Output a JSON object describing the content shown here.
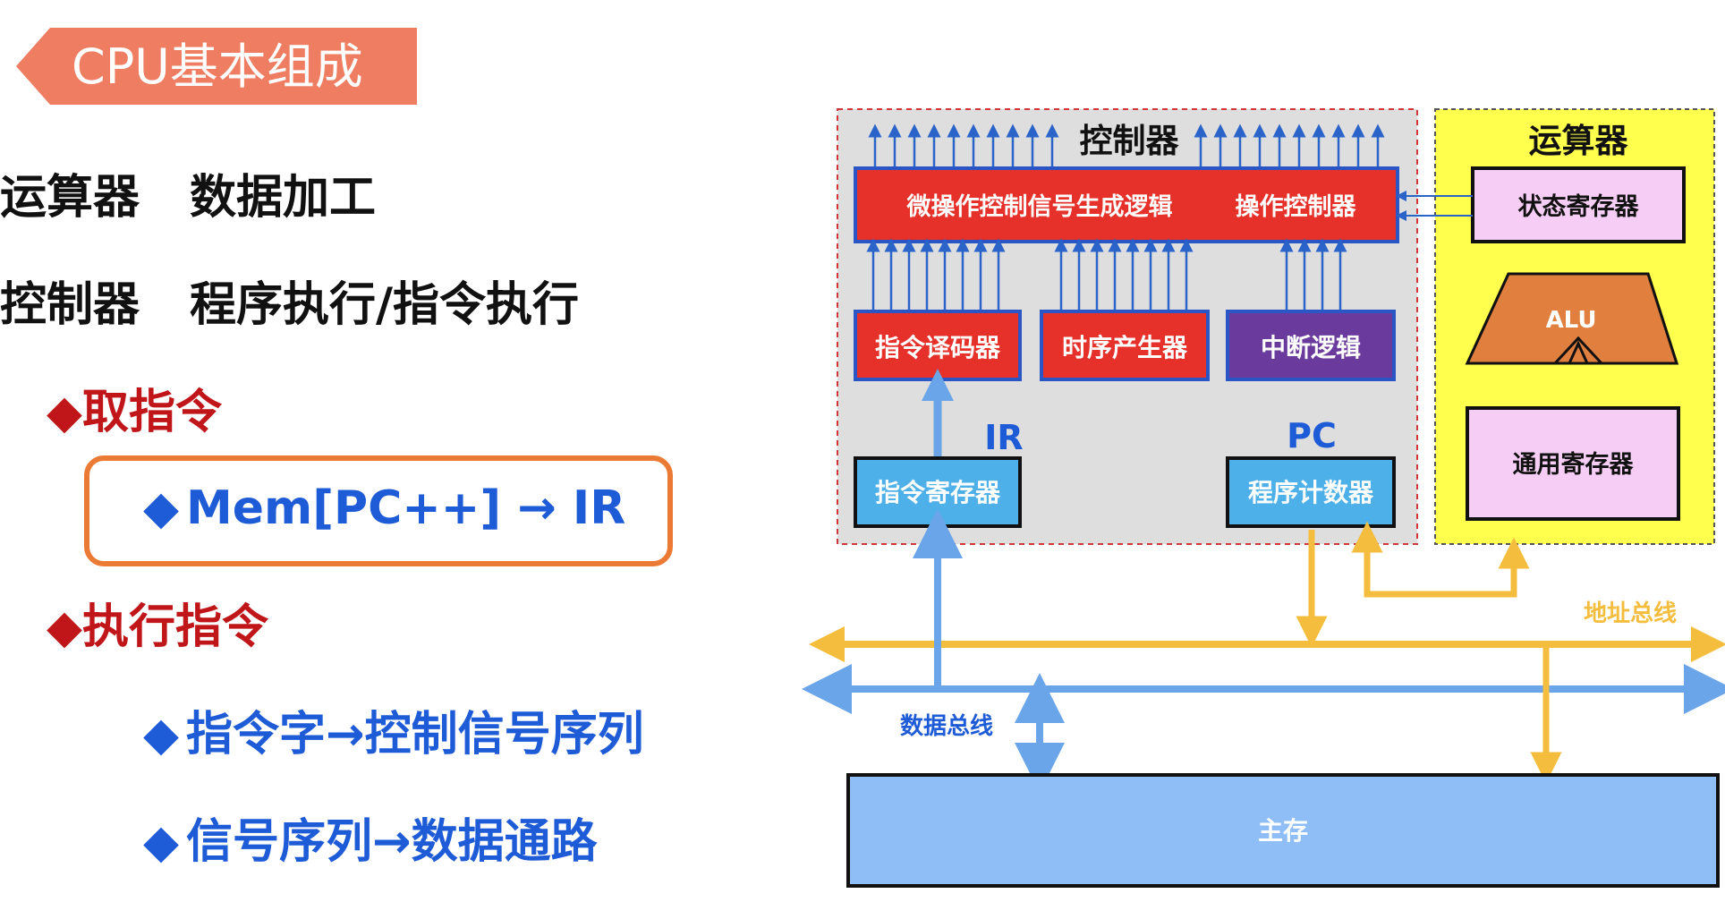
{
  "slide": {
    "title": "CPU基本组成"
  },
  "left_text": {
    "line1": {
      "left": "运算器",
      "right": "数据加工"
    },
    "line2": {
      "left": "控制器",
      "right": "程序执行/指令执行"
    },
    "fetch": "取指令",
    "fetch_detail": "Mem[PC++] → IR",
    "exec": "执行指令",
    "exec_step1": "指令字→控制信号序列",
    "exec_step2": "信号序列→数据通路",
    "bullet": "◆"
  },
  "diagram": {
    "controller_label": "控制器",
    "alu_group_label": "运算器",
    "micro_logic": "微操作控制信号生成逻辑",
    "op_controller": "操作控制器",
    "status_reg": "状态寄存器",
    "alu": "ALU",
    "general_reg": "通用寄存器",
    "decoder": "指令译码器",
    "timing": "时序产生器",
    "interrupt": "中断逻辑",
    "ir_label": "IR",
    "pc_label": "PC",
    "ir_reg": "指令寄存器",
    "pc_reg": "程序计数器",
    "addr_bus": "地址总线",
    "data_bus": "数据总线",
    "memory": "主存"
  },
  "colors": {
    "banner": "#ef7d62",
    "red_box": "#e6302a",
    "purple_box": "#6a3a9c",
    "cyan_box": "#4db0e8",
    "pink_box": "#f6cef5",
    "alu": "#e07f3e",
    "yellow_zone": "#ffff4d",
    "gray_zone": "#dedede",
    "blue_arrow": "#6aa5ea",
    "orange_arrow": "#f4bd3e",
    "memory": "#8fbef7"
  }
}
